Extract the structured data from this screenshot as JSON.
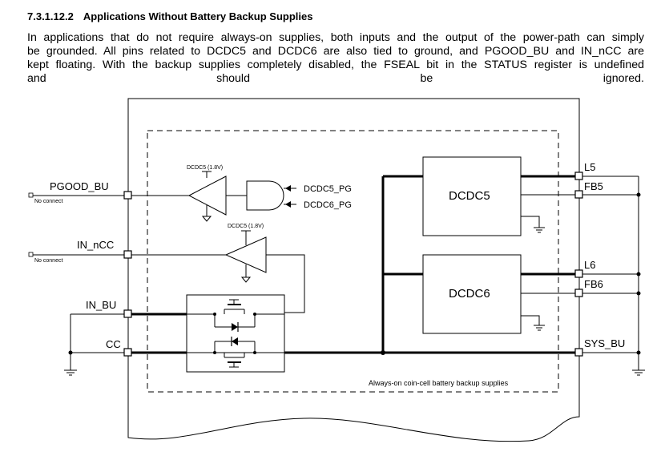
{
  "section": {
    "number": "7.3.1.12.2",
    "title": "Applications Without Battery Backup Supplies"
  },
  "paragraph_lines": [
    "In applications that do not require always-on supplies, both inputs and the output of the power-path can simply",
    "be grounded. All pins related to DCDC5 and DCDC6 are also tied to ground, and PGOOD_BU and IN_nCC are",
    "kept floating. With the backup supplies completely disabled, the FSEAL bit in the STATUS register is undefined",
    "and should be ignored."
  ],
  "diagram": {
    "pins": {
      "pgood_bu": "PGOOD_BU",
      "in_ncc": "IN_nCC",
      "in_bu": "IN_BU",
      "cc": "CC",
      "l5": "L5",
      "fb5": "FB5",
      "l6": "L6",
      "fb6": "FB6",
      "sys_bu": "SYS_BU"
    },
    "no_connect": "No connect",
    "blocks": {
      "dcdc5": "DCDC5",
      "dcdc6": "DCDC6"
    },
    "signals": {
      "dcdc5_pg": "DCDC5_PG",
      "dcdc6_pg": "DCDC6_PG",
      "buffer1_supply": "DCDC5 (1.8V)",
      "buffer2_supply": "DCDC5 (1.8V)"
    },
    "region_caption": "Always-on coin-cell battery backup supplies"
  }
}
